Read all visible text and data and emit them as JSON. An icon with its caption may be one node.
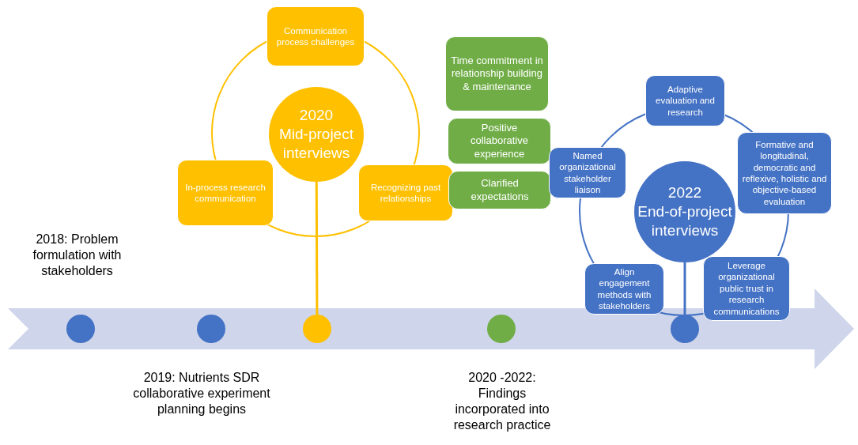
{
  "diagram": {
    "nodes": [
      {
        "text": [],
        "shape": "circle",
        "beside": [
          "2018:  Problem formulation with stakeholders"
        ]
      },
      {
        "text": [],
        "shape": "circle",
        "beside": [
          "2019:  Nutrients SDR collaborative experiment planning begins"
        ]
      },
      {
        "text": [],
        "shape": "circle"
      },
      {
        "text": [],
        "shape": "circle",
        "beside": [
          "2020 -2022: Findings incorporated into research practice"
        ]
      },
      {
        "text": [],
        "shape": "circle"
      },
      {
        "text": [
          "2020",
          "Mid-project interviews"
        ]
      },
      {
        "text": [
          "Communication process challenges"
        ]
      },
      {
        "text": [
          "In-process research communication"
        ]
      },
      {
        "text": [
          "Recognizing past relationships"
        ]
      },
      {
        "text": [
          "Time commitment in relationship building & maintenance"
        ]
      },
      {
        "text": [
          "Positive collaborative experience"
        ]
      },
      {
        "text": [
          "Clarified expectations"
        ]
      },
      {
        "text": [
          "2022",
          "End-of-project interviews"
        ]
      },
      {
        "text": [
          "Adaptive evaluation and research"
        ]
      },
      {
        "text": [
          "Named organizational stakeholder liaison"
        ]
      },
      {
        "text": [
          "Formative and longitudinal, democratic and reflexive, holistic and objective-based evaluation"
        ]
      },
      {
        "text": [
          "Align engagement methods with stakeholders"
        ]
      },
      {
        "text": [
          "Leverage organizational public trust in research communications"
        ]
      }
    ],
    "edges": [
      {
        "from": 5,
        "to": 2,
        "arrow": "none",
        "color": "#ffc000"
      },
      {
        "from": 12,
        "to": 4,
        "arrow": "none",
        "color": "#4472c4"
      }
    ]
  }
}
